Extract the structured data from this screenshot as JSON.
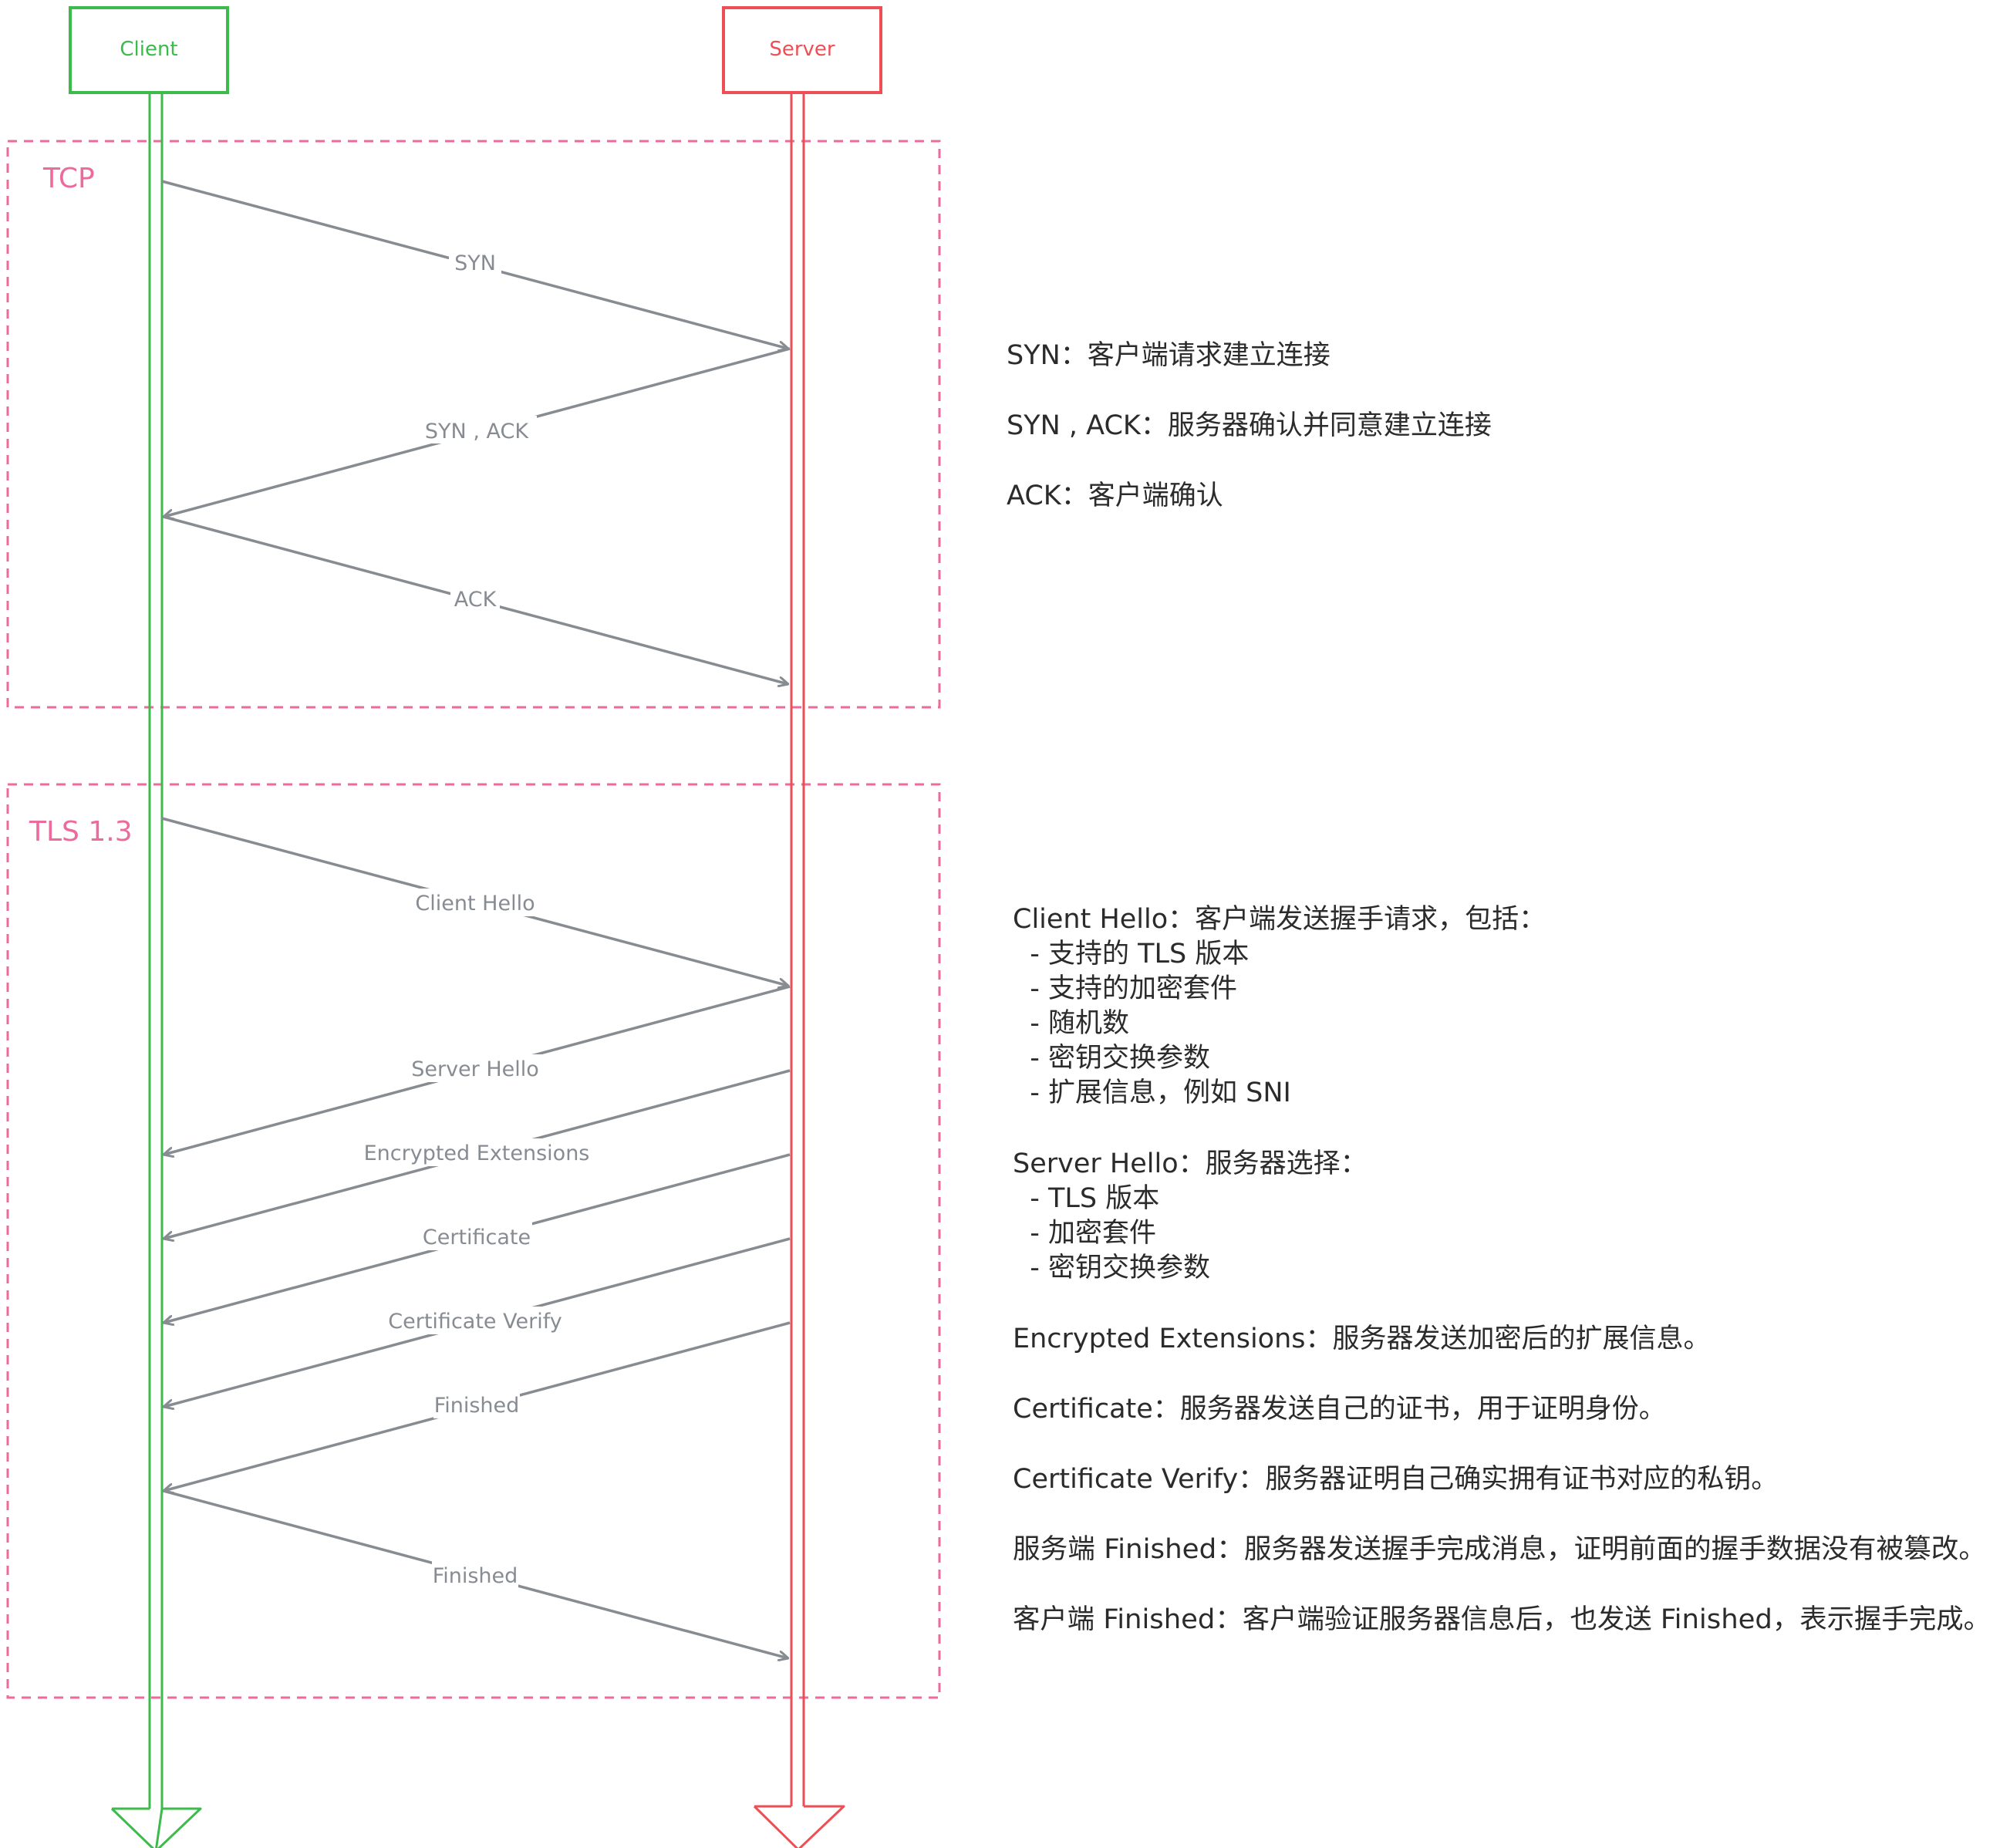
{
  "actors": {
    "client": {
      "label": "Client",
      "color": "#3cba4c"
    },
    "server": {
      "label": "Server",
      "color": "#ee4f55"
    }
  },
  "groups": {
    "tcp": {
      "label": "TCP",
      "color": "#ec6a9c"
    },
    "tls": {
      "label": "TLS 1.3",
      "color": "#ec6a9c"
    }
  },
  "messages": {
    "tcp": [
      {
        "label": "SYN",
        "from": "client",
        "to": "server"
      },
      {
        "label": "SYN , ACK",
        "from": "server",
        "to": "client"
      },
      {
        "label": "ACK",
        "from": "client",
        "to": "server"
      }
    ],
    "tls": [
      {
        "label": "Client Hello",
        "from": "client",
        "to": "server"
      },
      {
        "label": "Server Hello",
        "from": "server",
        "to": "client"
      },
      {
        "label": "Encrypted Extensions",
        "from": "server",
        "to": "client"
      },
      {
        "label": "Certificate",
        "from": "server",
        "to": "client"
      },
      {
        "label": "Certificate Verify",
        "from": "server",
        "to": "client"
      },
      {
        "label": "Finished",
        "from": "server",
        "to": "client"
      },
      {
        "label": "Finished",
        "from": "client",
        "to": "server"
      }
    ]
  },
  "arrow_color": "#878c93",
  "notes": {
    "tcp": [
      "SYN：客户端请求建立连接",
      "SYN , ACK：服务器确认并同意建立连接",
      "ACK：客户端确认"
    ],
    "tls": [
      "Client Hello：客户端发送握手请求，包括：",
      "  - 支持的 TLS 版本",
      "  - 支持的加密套件",
      "  - 随机数",
      "  - 密钥交换参数",
      "  - 扩展信息，例如 SNI",
      "Server Hello：服务器选择：",
      "  - TLS 版本",
      "  - 加密套件",
      "  - 密钥交换参数",
      "Encrypted Extensions：服务器发送加密后的扩展信息。",
      "Certificate：服务器发送自己的证书，用于证明身份。",
      "Certificate Verify：服务器证明自己确实拥有证书对应的私钥。",
      "服务端 Finished：服务器发送握手完成消息，证明前面的握手数据没有被篡改。",
      "客户端 Finished：客户端验证服务器信息后，也发送 Finished，表示握手完成。"
    ]
  }
}
